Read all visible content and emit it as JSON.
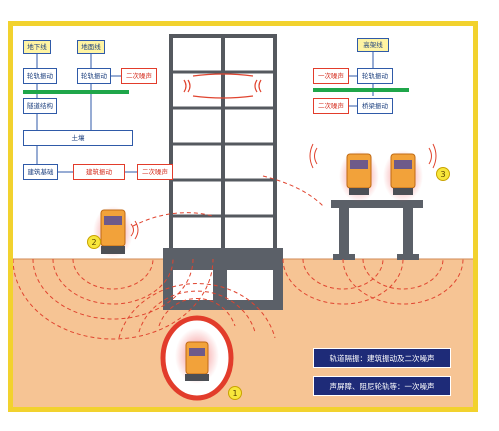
{
  "left_flow": {
    "subway_label": "地下线",
    "ground_label": "地面线",
    "wheel_rail_vibration_a": "轮轨振动",
    "wheel_rail_vibration_b": "轮轨振动",
    "secondary_noise": "二次噪声",
    "tunnel_structure": "隧道结构",
    "soil": "土壤",
    "building_foundation": "建筑基础",
    "building_vibration": "建筑振动",
    "secondary_noise_2": "二次噪声"
  },
  "right_flow": {
    "elevated_label": "高架线",
    "secondary_noise_a": "一次噪声",
    "wheel_rail_vibration": "轮轨振动",
    "secondary_noise_b": "二次噪声",
    "bridge_vibration": "桥梁振动"
  },
  "notes": {
    "note_1": "轨道隔振：建筑振动及二次噪声",
    "note_2": "声屏障、阻尼轮轨等：一次噪声"
  },
  "markers": {
    "m1": "1",
    "m2": "2",
    "m3": "3"
  },
  "colors": {
    "frame": "#f2d22e",
    "ground": "#f6c494",
    "wave": "#e0442f",
    "box_blue": "#2f5aa8",
    "box_red": "#e23c2b",
    "accent_green": "#1fa64a",
    "note_bg": "#1e2b78"
  }
}
